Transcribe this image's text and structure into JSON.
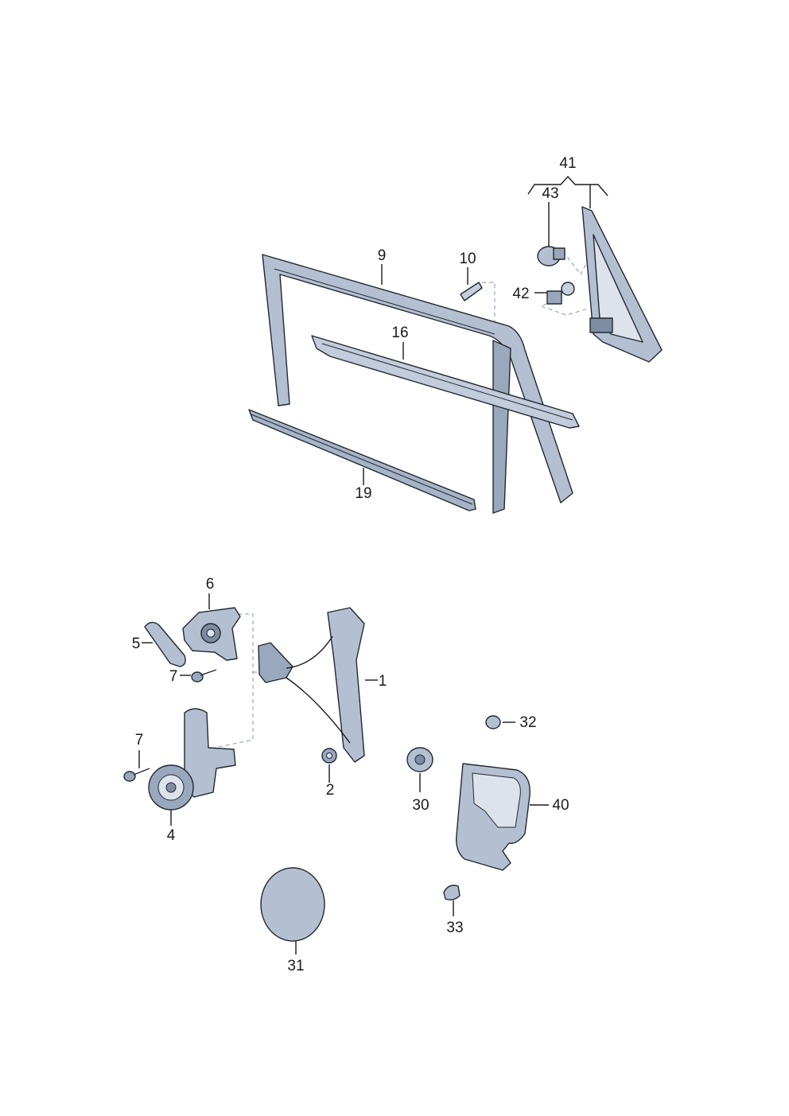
{
  "callouts": [
    {
      "id": "c41",
      "text": "41"
    },
    {
      "id": "c43",
      "text": "43"
    },
    {
      "id": "c42",
      "text": "42"
    },
    {
      "id": "c9",
      "text": "9"
    },
    {
      "id": "c10",
      "text": "10"
    },
    {
      "id": "c16",
      "text": "16"
    },
    {
      "id": "c19",
      "text": "19"
    },
    {
      "id": "c6",
      "text": "6"
    },
    {
      "id": "c5",
      "text": "5"
    },
    {
      "id": "c7a",
      "text": "7"
    },
    {
      "id": "c1",
      "text": "1"
    },
    {
      "id": "c7b",
      "text": "7"
    },
    {
      "id": "c32",
      "text": "32"
    },
    {
      "id": "c2",
      "text": "2"
    },
    {
      "id": "c30",
      "text": "30"
    },
    {
      "id": "c40",
      "text": "40"
    },
    {
      "id": "c4",
      "text": "4"
    },
    {
      "id": "c33",
      "text": "33"
    },
    {
      "id": "c31",
      "text": "31"
    }
  ],
  "colors": {
    "part_fill": "#b4c0d2",
    "part_dark": "#7d8ca3",
    "part_light": "#dde3ec",
    "outline": "#222831"
  }
}
